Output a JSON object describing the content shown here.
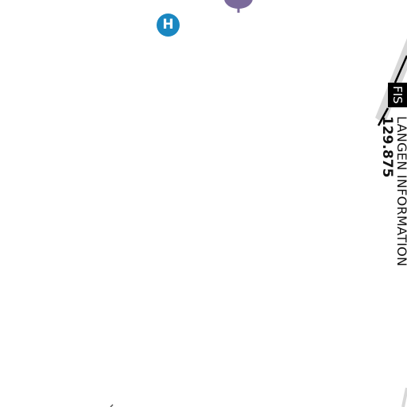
{
  "map": {
    "heliport": {
      "glyph": "H",
      "icon": "heliport-icon",
      "color": "#1a87c1"
    },
    "poi_marker": {
      "icon": "map-pin-icon",
      "color": "#7b6a9b"
    },
    "fis": {
      "badge": "FIS",
      "name": "LANGEN INFORMATION",
      "frequency": "129.875"
    },
    "colors": {
      "boundary": "#000000",
      "boundary_halo": "#d8d8d8",
      "background": "#ffffff"
    }
  }
}
